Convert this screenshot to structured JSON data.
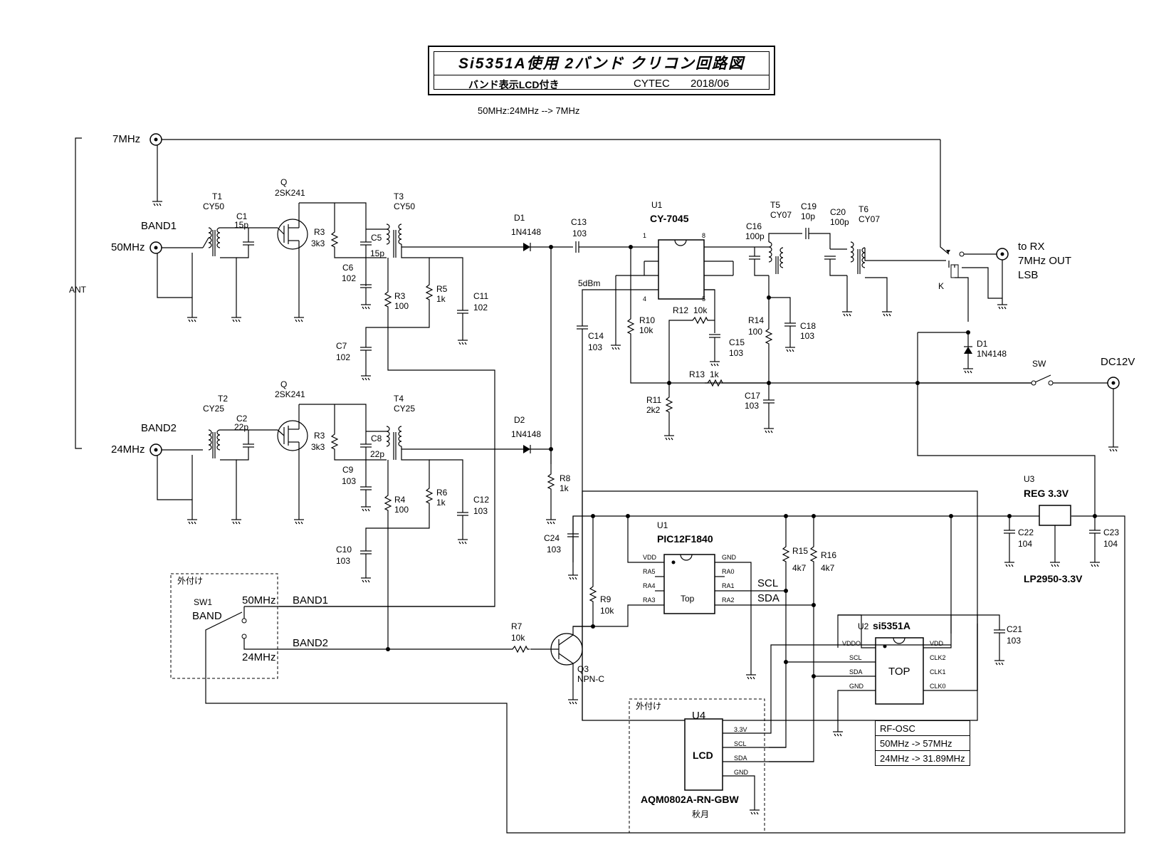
{
  "title": {
    "main": "Si5351A使用 2バンド クリコン回路図",
    "sub": "バンド表示LCD付き",
    "org": "CYTEC",
    "date": "2018/06"
  },
  "conversion_note": "50MHz:24MHz --> 7MHz",
  "antenna": {
    "label": "ANT",
    "port_7": "7MHz",
    "band1": "BAND1",
    "band1_freq": "50MHz",
    "band2": "BAND2",
    "band2_freq": "24MHz"
  },
  "band1": {
    "t1": "T1",
    "t1_type": "CY50",
    "c1": "C1",
    "c1_val": "15p",
    "q": "Q",
    "q_type": "2SK241",
    "r3": "R3",
    "r3_val": "3k3",
    "c5": "C5",
    "c5_val": "15p",
    "t3": "T3",
    "t3_type": "CY50",
    "c6": "C6",
    "c6_val": "102",
    "r3b": "R3",
    "r3b_val": "100",
    "r5": "R5",
    "r5_val": "1k",
    "c11": "C11",
    "c11_val": "102",
    "c7": "C7",
    "c7_val": "102",
    "d1": "D1",
    "d1_type": "1N4148"
  },
  "band2": {
    "t2": "T2",
    "t2_type": "CY25",
    "c2": "C2",
    "c2_val": "22p",
    "q": "Q",
    "q_type": "2SK241",
    "r3": "R3",
    "r3_val": "3k3",
    "c8": "C8",
    "c8_val": "22p",
    "t4": "T4",
    "t4_type": "CY25",
    "c9": "C9",
    "c9_val": "103",
    "r4": "R4",
    "r4_val": "100",
    "r6": "R6",
    "r6_val": "1k",
    "c12": "C12",
    "c12_val": "103",
    "c10": "C10",
    "c10_val": "103",
    "d2": "D2",
    "d2_type": "1N4148",
    "r8": "R8",
    "r8_val": "1k"
  },
  "mixer": {
    "c13": "C13",
    "c13_val": "103",
    "u1": "U1",
    "u1_type": "CY-7045",
    "pin1": "1",
    "pin8": "8",
    "pin4": "4",
    "pin5": "5",
    "level": "5dBm",
    "c14": "C14",
    "c14_val": "103",
    "r10": "R10",
    "r10_val": "10k",
    "r12": "R12",
    "r12_val": "10k",
    "c15": "C15",
    "c15_val": "103",
    "r13": "R13",
    "r13_val": "1k",
    "r11": "R11",
    "r11_val": "2k2",
    "r14": "R14",
    "r14_val": "100",
    "c17": "C17",
    "c17_val": "103",
    "c18": "C18",
    "c18_val": "103"
  },
  "output": {
    "c16": "C16",
    "c16_val": "100p",
    "t5": "T5",
    "t5_type": "CY07",
    "c19": "C19",
    "c19_val": "10p",
    "c20": "C20",
    "c20_val": "100p",
    "t6": "T6",
    "t6_type": "CY07",
    "relay": "K",
    "to_rx_1": "to RX",
    "to_rx_2": "7MHz OUT",
    "to_rx_3": "LSB",
    "d1": "D1",
    "d1_type": "1N4148",
    "sw": "SW",
    "dc": "DC12V"
  },
  "regulator": {
    "u3": "U3",
    "u3_type": "REG 3.3V",
    "part": "LP2950-3.3V",
    "c22": "C22",
    "c22_val": "104",
    "c23": "C23",
    "c23_val": "104"
  },
  "pic": {
    "u1": "U1",
    "u1_type": "PIC12F1840",
    "vdd": "VDD",
    "gnd": "GND",
    "ra5": "RA5",
    "ra4": "RA4",
    "ra3": "RA3",
    "ra0": "RA0",
    "ra1": "RA1",
    "ra2": "RA2",
    "top": "Top",
    "scl": "SCL",
    "sda": "SDA",
    "c24": "C24",
    "c24_val": "103",
    "r9": "R9",
    "r9_val": "10k",
    "r15": "R15",
    "r15_val": "4k7",
    "r16": "R16",
    "r16_val": "4k7",
    "r7": "R7",
    "r7_val": "10k",
    "q3": "Q3",
    "q3_type": "NPN-C"
  },
  "si5351": {
    "u2": "U2",
    "u2_type": "si5351A",
    "vddo": "VDDO",
    "scl": "SCL",
    "sda": "SDA",
    "gnd": "GND",
    "vdd": "VDD",
    "clk2": "CLK2",
    "clk1": "CLK1",
    "clk0": "CLK0",
    "top": "TOP",
    "c21": "C21",
    "c21_val": "103"
  },
  "switch": {
    "ext": "外付け",
    "sw1": "SW1",
    "band": "BAND",
    "pos1": "50MHz",
    "pos2": "24MHz",
    "band1": "BAND1",
    "band2": "BAND2"
  },
  "lcd": {
    "ext": "外付け",
    "u4": "U4",
    "label": "LCD",
    "part": "AQM0802A-RN-GBW",
    "maker": "秋月",
    "p33": "3.3V",
    "scl": "SCL",
    "sda": "SDA",
    "gnd": "GND"
  },
  "rf_osc": {
    "title": "RF-OSC",
    "rows": [
      "50MHz -> 57MHz",
      "24MHz -> 31.89MHz"
    ]
  }
}
